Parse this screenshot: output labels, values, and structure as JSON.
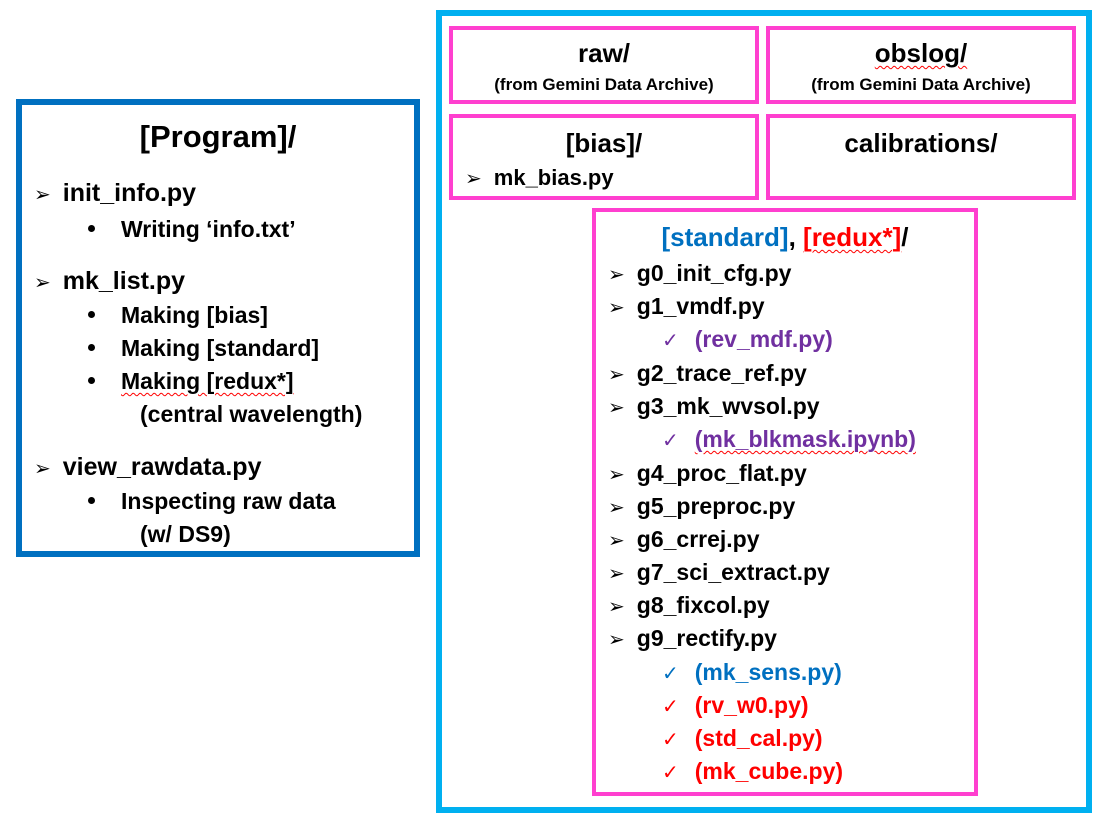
{
  "program": {
    "title": "[Program]/",
    "items": [
      {
        "name": "init_info.py",
        "notes": [
          "Writing ‘info.txt’"
        ]
      },
      {
        "name": "mk_list.py",
        "notes": [
          "Making [bias]",
          "Making [standard]",
          "Making [redux*]"
        ],
        "cont": "(central wavelength)"
      },
      {
        "name": "view_rawdata.py",
        "notes": [
          "Inspecting raw data"
        ],
        "cont": "(w/ DS9)"
      }
    ]
  },
  "raw": {
    "title": "raw/",
    "sub": "(from Gemini Data Archive)"
  },
  "obslog": {
    "title": "obslog/",
    "sub": "(from Gemini Data Archive)"
  },
  "bias": {
    "title": "[bias]/",
    "item": "mk_bias.py"
  },
  "calibrations": {
    "title": "calibrations/"
  },
  "standard": {
    "title_std": "[standard]",
    "title_sep": ", ",
    "title_redux": "[redux*]",
    "title_end": "/",
    "scripts": [
      "g0_init_cfg.py",
      "g1_vmdf.py",
      "g2_trace_ref.py",
      "g3_mk_wvsol.py",
      "g4_proc_flat.py",
      "g5_preproc.py",
      "g6_crrej.py",
      "g7_sci_extract.py",
      "g8_fixcol.py",
      "g9_rectify.py"
    ],
    "opt_g1": "(rev_mdf.py)",
    "opt_g3": "(mk_blkmask.ipynb)",
    "opt_g9": [
      "(mk_sens.py)",
      "(rv_w0.py)",
      "(std_cal.py)",
      "(mk_cube.py)"
    ]
  },
  "colors": {
    "program_border": "#0070c0",
    "outer_border": "#00b0f0",
    "box_border": "#ff3fcf",
    "purple": "#7030a0",
    "blue": "#0070c0",
    "red": "#ff0000"
  },
  "icons": {
    "bullet_arrow": "arrow-bullet-icon",
    "check": "checkmark-icon",
    "dot": "dot-bullet-icon"
  }
}
